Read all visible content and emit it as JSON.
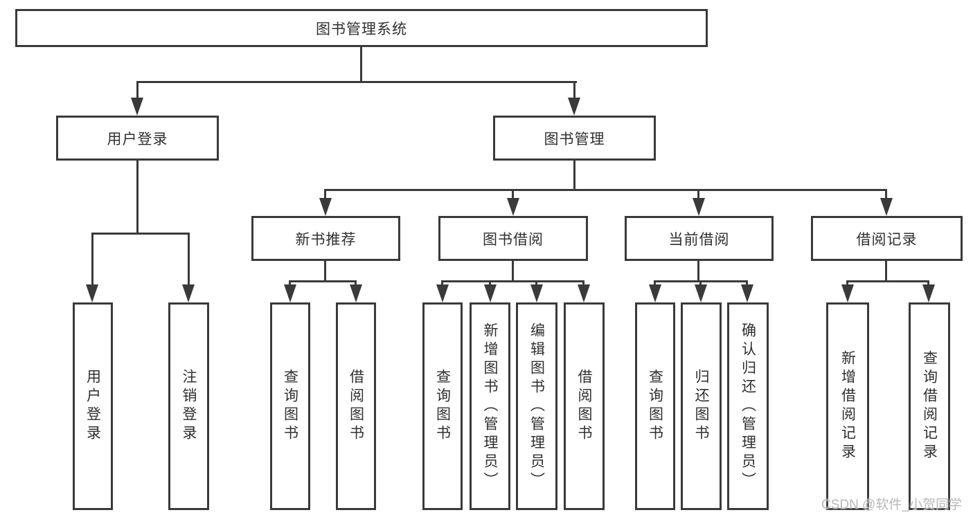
{
  "diagram_title": "图书管理系统",
  "tree": {
    "root": "图书管理系统",
    "level2": [
      "用户登录",
      "图书管理"
    ],
    "level3": [
      "新书推荐",
      "图书借阅",
      "当前借阅",
      "借阅记录"
    ],
    "leaves_user": [
      "用户登录",
      "注销登录"
    ],
    "leaves_recommend": [
      "查询图书",
      "借阅图书"
    ],
    "leaves_borrow": [
      "查询图书",
      "新增图书（管理员）",
      "编辑图书（管理员）",
      "借阅图书"
    ],
    "leaves_current": [
      "查询图书",
      "归还图书",
      "确认归还（管理员）"
    ],
    "leaves_records": [
      "新增借阅记录",
      "查询借阅记录"
    ]
  },
  "colors": {
    "line": "#3a3a3a",
    "text": "#2f2f2f",
    "watermark": "#b9b9b9",
    "background": "#ffffff"
  },
  "watermark": {
    "text": "CSDN @软件_小贺同学"
  }
}
